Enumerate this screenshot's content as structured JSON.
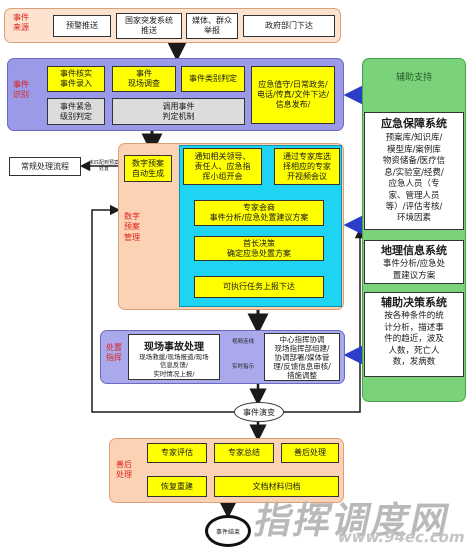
{
  "sections": {
    "event_source": "事件\n来源",
    "event_detect": "事件\n识别",
    "digital_plan": "数字\n预案\n管理",
    "onsite": "处置\n指挥",
    "aftermath": "善后\n处理"
  },
  "source_boxes": [
    "预警推送",
    "国家突发系统\n推送",
    "媒体、群众\n举报",
    "政府部门下达"
  ],
  "detect_boxes": {
    "verify": "事件核实\n事件录入",
    "survey": "事件\n现场调查",
    "classify": "事件类别判定",
    "level": "事件紧急\n级别判定",
    "invoke": "调用事件\n判定机制",
    "notify": "应急值守/日常政务/\n电话/传真/文件下达/\n信息发布/"
  },
  "normal_process": "常规处理流程",
  "not_matched": "未匹配到预案\n处置",
  "auto_gen": "数字预案\n自动生成",
  "plan_boxes": {
    "notify_leaders": "通知相关领导、\n责任人、应急指\n挥小组开会",
    "video_meeting": "通过专家库选\n择相应的专家\n开视频会议",
    "expert": "专家会商\n事件分析/应急处置建议方案",
    "decision": "首长决策\n确定应急处置方案",
    "dispatch": "可执行任务上报下达"
  },
  "support": {
    "title": "辅助支持",
    "guarantee_title": "应急保障系统",
    "guarantee_body": "预案库/知识库/\n模型库/案例库\n物资储备/医疗信\n息/实验室/经费/\n应急人员（专\n家、管理人员\n等）/评估考核/\n环境因素",
    "gis_title": "地理信息系统",
    "gis_body": "事件分析/应急处\n置建议方案",
    "decision_title": "辅助决策系统",
    "decision_body": "按各种条件的统\n计分析，描述事\n件的趋近，波及\n人数，死亡人\n数，发病数"
  },
  "onsite": {
    "title": "现场事故处理",
    "body": "现场救援/现场报道/现场\n信息反馈/\n实时情况上报/",
    "video_link": "视频连线",
    "realtime": "实时指示",
    "center": "中心指挥协调\n现场指挥部组建/\n协调部署/媒体管\n理/反馈信息审核/\n措施调整"
  },
  "evolution": "事件演变",
  "after_boxes": [
    "专家评估",
    "专家总结",
    "善后处理",
    "恢复重建",
    "文档材料归档"
  ],
  "end": "事件结束",
  "watermark": "指挥调度网",
  "watermark_url": "www.94ec.com",
  "colors": {
    "source_bg": "#fde2cf",
    "detect_bg": "#9a9ae8",
    "plan_bg": "#fbd3b4",
    "plan_inner": "#1ed4f2",
    "support_bg": "#7ad27a",
    "onsite_bg": "#a9a9ec",
    "after_bg": "#fbd3b4",
    "yellow": "#ffff00",
    "arrow_blue": "#2b3ec8",
    "red_label": "#e0201a"
  }
}
